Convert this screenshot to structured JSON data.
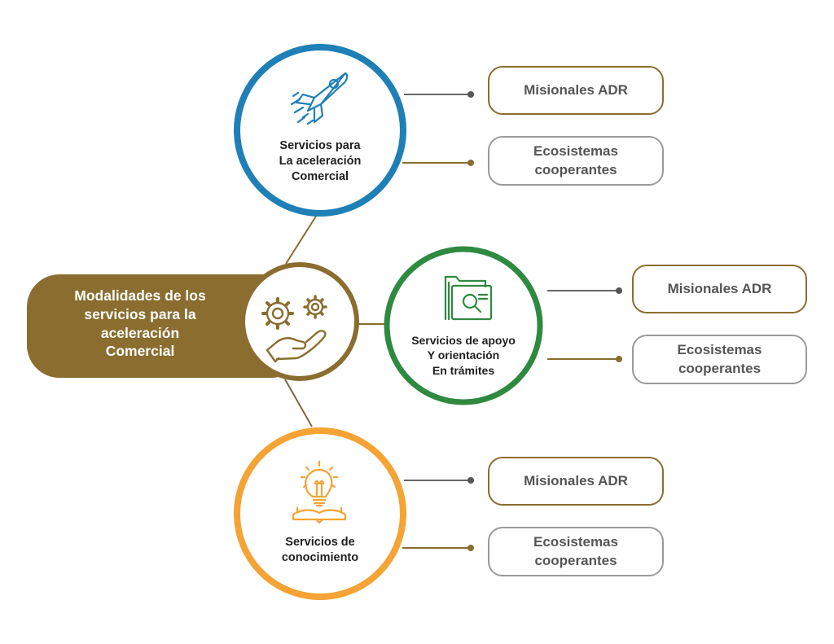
{
  "colors": {
    "brown": "#8a6d2f",
    "blue": "#1f7fb7",
    "green": "#2e8a3f",
    "orange": "#f4a334",
    "gray_line": "#666666",
    "box_text": "#555555"
  },
  "central": {
    "title": "Modalidades de los servicios para la aceleración Comercial",
    "lines": [
      "Modalidades de los",
      "servicios para la",
      "aceleración",
      "Comercial"
    ],
    "icon": "gears-hand-icon"
  },
  "branches": [
    {
      "id": "aceleracion",
      "color": "blue",
      "icon": "rocket-icon",
      "lines": [
        "Servicios para",
        "La aceleración",
        "Comercial"
      ],
      "boxes": {
        "misional": "Misionales ADR",
        "eco_lines": [
          "Ecosistemas",
          "cooperantes"
        ]
      }
    },
    {
      "id": "apoyo",
      "color": "green",
      "icon": "folder-search-icon",
      "lines": [
        "Servicios de apoyo",
        "Y orientación",
        "En trámites"
      ],
      "boxes": {
        "misional": "Misionales ADR",
        "eco_lines": [
          "Ecosistemas",
          "cooperantes"
        ]
      }
    },
    {
      "id": "conocimiento",
      "color": "orange",
      "icon": "lightbulb-book-icon",
      "lines": [
        "Servicios de",
        "conocimiento"
      ],
      "boxes": {
        "misional": "Misionales ADR",
        "eco_lines": [
          "Ecosistemas",
          "cooperantes"
        ]
      }
    }
  ]
}
